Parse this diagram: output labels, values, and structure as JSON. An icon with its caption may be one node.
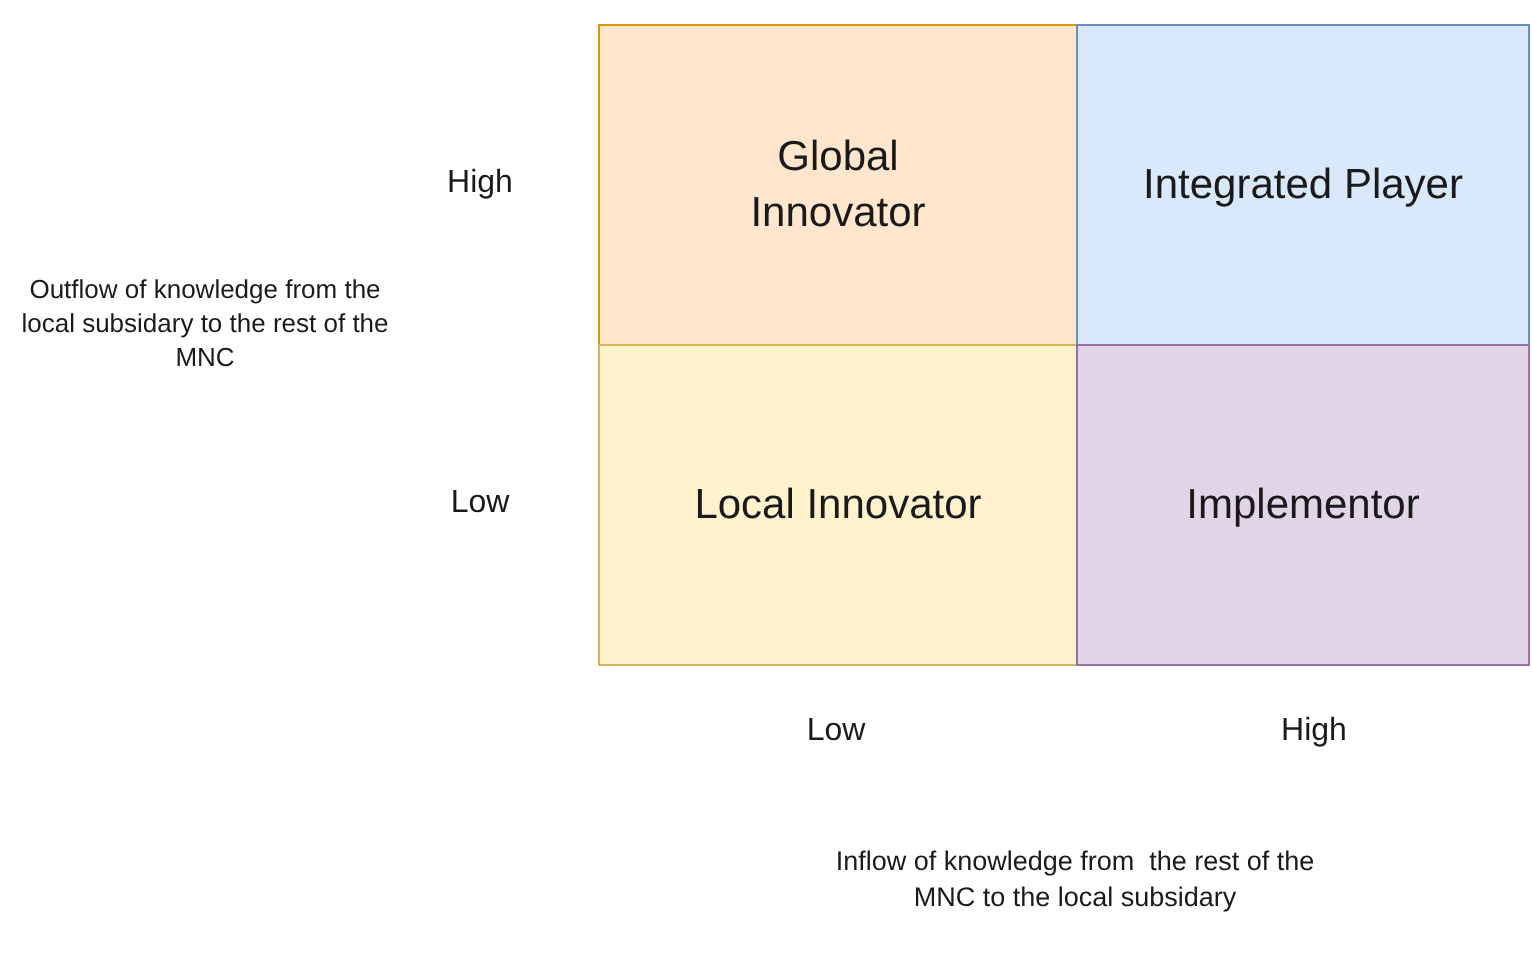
{
  "diagram": {
    "nodes": [
      {
        "text": [
          "Global Innovator"
        ]
      },
      {
        "text": [
          "Integrated Player"
        ]
      },
      {
        "text": [
          "Local Innovator"
        ]
      },
      {
        "text": [
          "Implementor"
        ]
      }
    ],
    "labels": [
      "High",
      "Outflow of knowledge from the local subsidary to the rest of the MNC",
      "Low",
      "Low",
      "High",
      "Inflow of knowledge from  the rest of the MNC to the local subsidary"
    ]
  }
}
